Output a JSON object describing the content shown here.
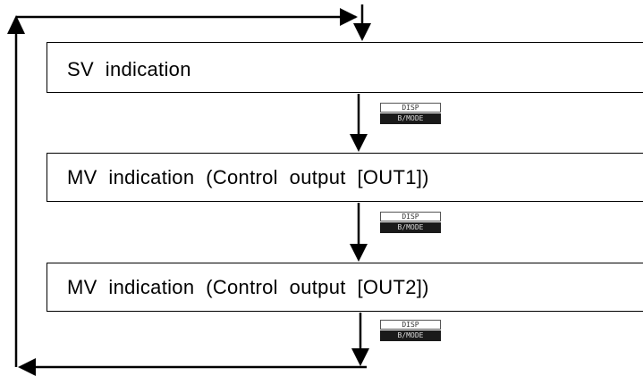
{
  "boxes": [
    {
      "label": "SV  indication"
    },
    {
      "label": "MV  indication  (Control  output  [OUT1])"
    },
    {
      "label": "MV  indication  (Control  output  [OUT2])"
    }
  ],
  "key": {
    "top_text": "DISP",
    "bottom_text": "B/MODE"
  }
}
